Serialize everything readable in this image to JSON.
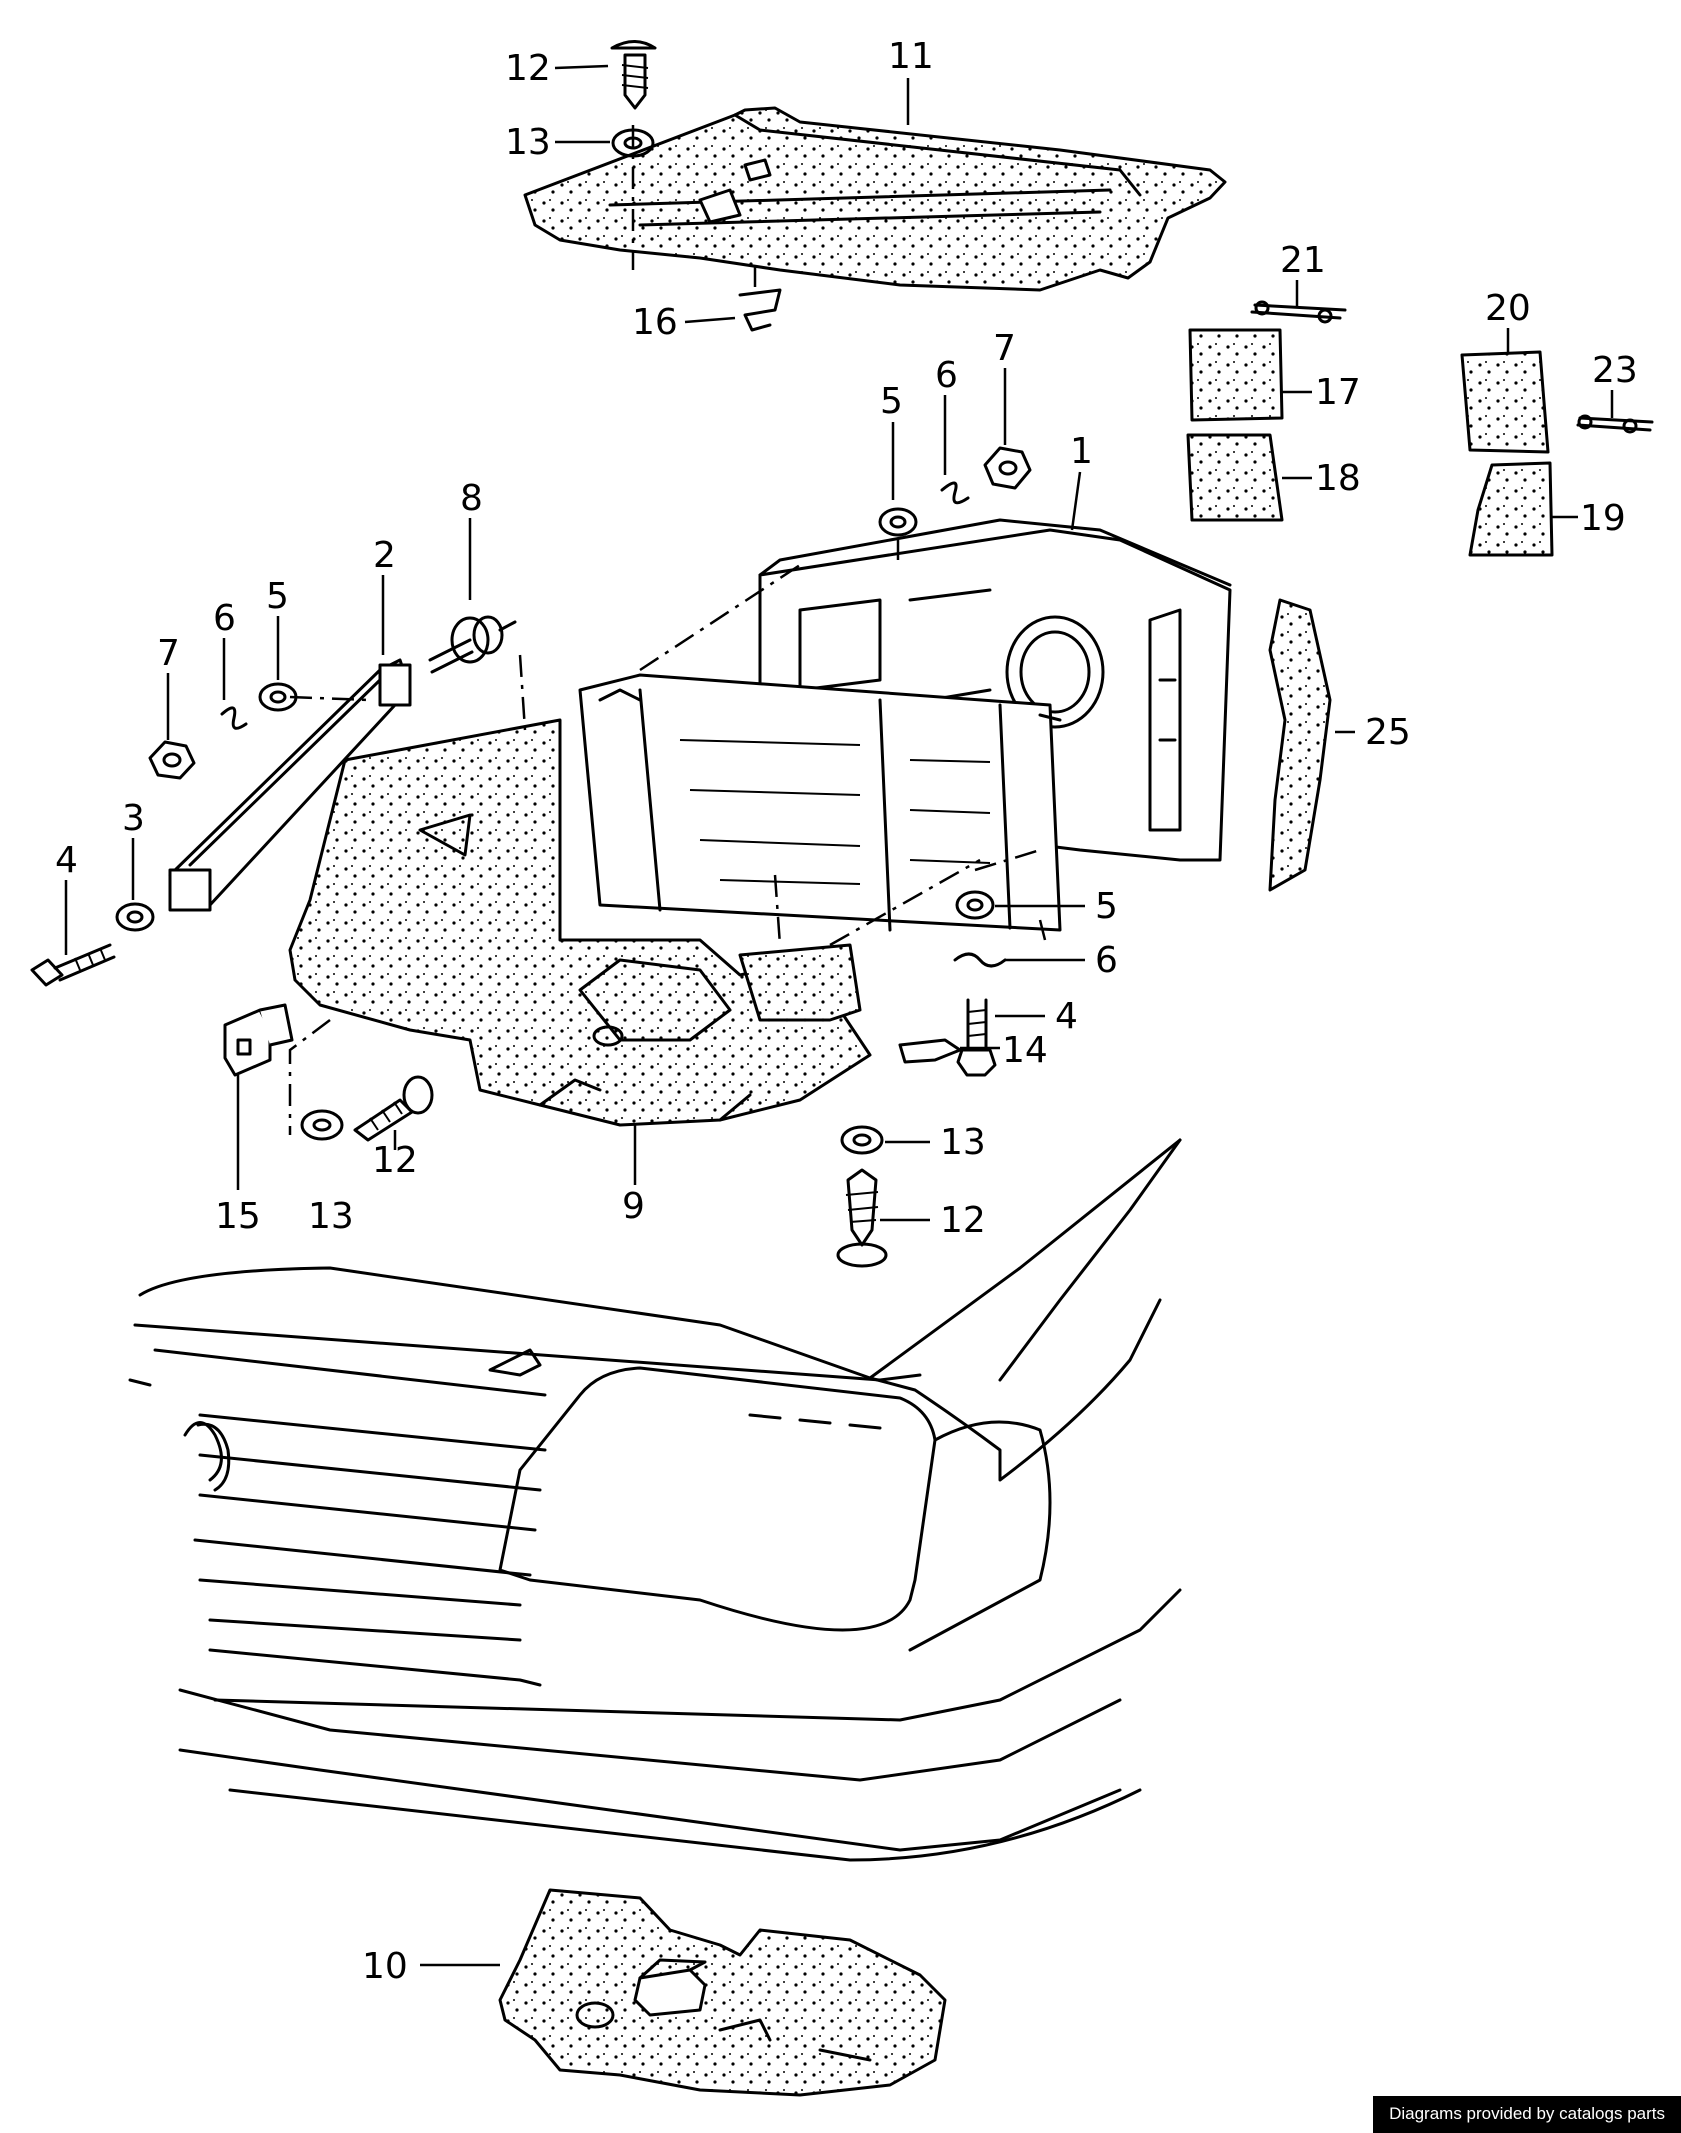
{
  "footer": {
    "credit": "Diagrams provided by catalogs parts"
  },
  "callouts": [
    "12",
    "11",
    "13",
    "16",
    "21",
    "20",
    "23",
    "17",
    "18",
    "19",
    "5",
    "6",
    "7",
    "1",
    "8",
    "2",
    "6",
    "5",
    "7",
    "3",
    "4",
    "25",
    "5",
    "6",
    "4",
    "14",
    "13",
    "12",
    "15",
    "13",
    "12",
    "9",
    "10"
  ]
}
